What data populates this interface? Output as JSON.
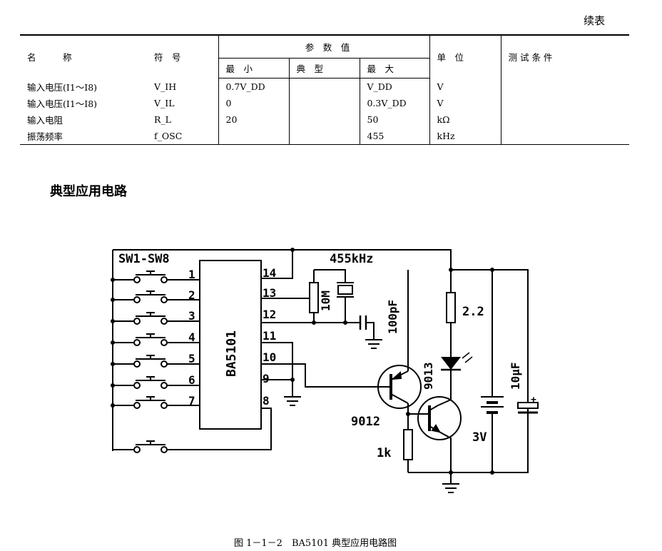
{
  "continued_label": "续表",
  "table": {
    "headers": {
      "name": "名　　　称",
      "symbol": "符　号",
      "param_value": "参　数　值",
      "unit": "单　位",
      "test_cond": "测 试 条 件",
      "min": "最　小",
      "typ": "典　型",
      "max": "最　大"
    },
    "rows": [
      {
        "name": "输入电压(I1～I8)",
        "symbol": "V_IH",
        "min": "0.7V_DD",
        "typ": "",
        "max": "V_DD",
        "unit": "V",
        "cond": ""
      },
      {
        "name": "输入电压(I1～I8)",
        "symbol": "V_IL",
        "min": "0",
        "typ": "",
        "max": "0.3V_DD",
        "unit": "V",
        "cond": ""
      },
      {
        "name": "输入电阻",
        "symbol": "R_L",
        "min": "20",
        "typ": "",
        "max": "50",
        "unit": "kΩ",
        "cond": ""
      },
      {
        "name": "振荡频率",
        "symbol": "f_OSC",
        "min": "",
        "typ": "",
        "max": "455",
        "unit": "kHz",
        "cond": ""
      }
    ]
  },
  "section_heading": "典型应用电路",
  "circuit": {
    "switch_label": "SW1-SW8",
    "ic_label": "BA5101",
    "freq_label": "455kHz",
    "left_pins": [
      "1",
      "2",
      "3",
      "4",
      "5",
      "6",
      "7"
    ],
    "right_pins": [
      "14",
      "13",
      "12",
      "11",
      "10",
      "9",
      "8"
    ],
    "resistor_10m": "10M",
    "cap_100pf": "100pF",
    "resistor_2_2": "2.2",
    "transistor_9013": "9013",
    "transistor_9012": "9012",
    "resistor_1k": "1k",
    "battery_3v": "3V",
    "cap_10uf": "10μF",
    "plus_sign": "+"
  },
  "caption": "图 1－1－2　BA5101 典型应用电路图"
}
